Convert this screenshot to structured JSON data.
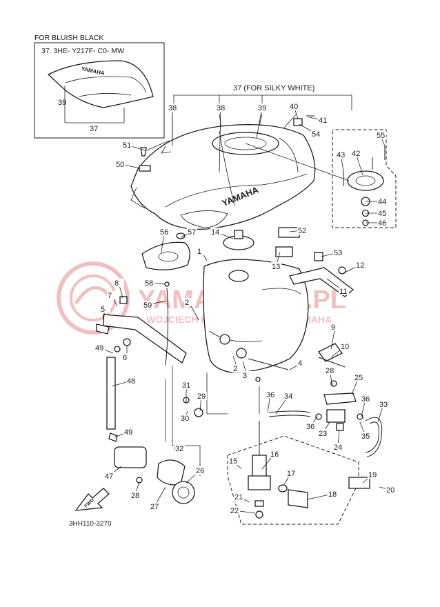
{
  "header": {
    "variant_title": "FOR BLUISH BLACK",
    "variant_code": "37. 3HE- Y217F- C0- MW",
    "silky_white": "37 (FOR SILKY WHITE)"
  },
  "tank_brand": "YAMAHA",
  "diagram_code": "3HH110-3270",
  "front_arrow": "FWD",
  "watermark": {
    "title": "YAMA-SKLEP.PL",
    "subtitle": "WOJCIECH KOWICZ | DEALER YAMAHA",
    "color": "#d94a4a"
  },
  "inset_labels": [
    "39",
    "37"
  ],
  "part_labels": [
    "1",
    "2",
    "2",
    "3",
    "4",
    "5",
    "6",
    "7",
    "8",
    "9",
    "10",
    "11",
    "12",
    "13",
    "14",
    "15",
    "16",
    "17",
    "18",
    "19",
    "20",
    "21",
    "22",
    "23",
    "24",
    "25",
    "26",
    "27",
    "28",
    "28",
    "29",
    "30",
    "31",
    "32",
    "33",
    "34",
    "35",
    "36",
    "36",
    "36",
    "38",
    "38",
    "39",
    "40",
    "41",
    "42",
    "43",
    "44",
    "45",
    "46",
    "47",
    "48",
    "49",
    "49",
    "50",
    "51",
    "52",
    "53",
    "54",
    "55",
    "56",
    "57",
    "58",
    "59",
    "60"
  ]
}
